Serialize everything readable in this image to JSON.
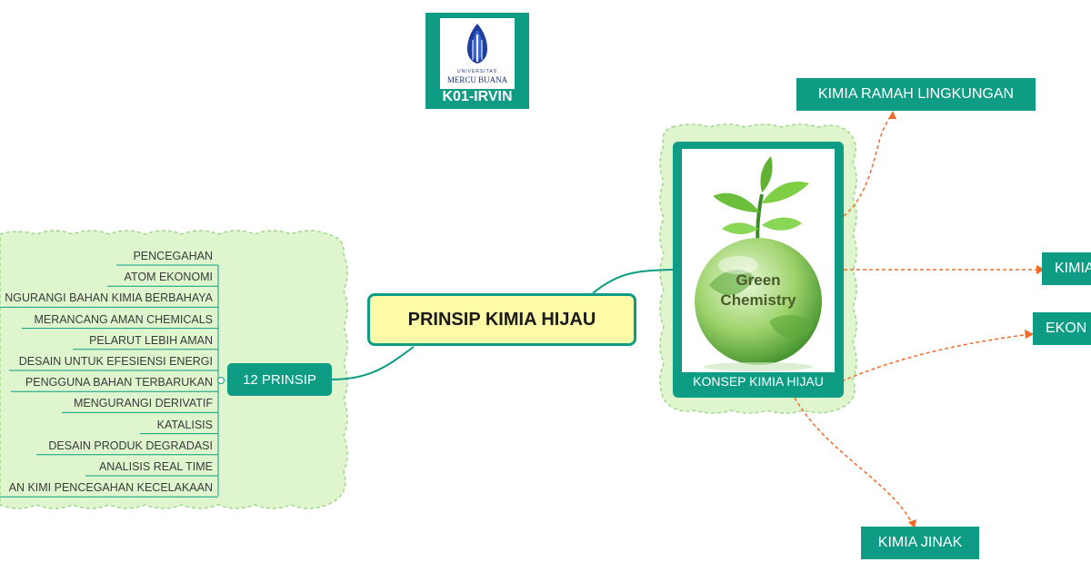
{
  "logo": {
    "university_small": "UNIVERSITAS",
    "university_name": "MERCU BUANA",
    "caption": "K01-IRVIN"
  },
  "central_topic": "PRINSIP KIMIA HIJAU",
  "left_branch": {
    "label": "12 PRINSIP",
    "items": [
      "PENCEGAHAN",
      "ATOM EKONOMI",
      "NGURANGI BAHAN KIMIA BERBAHAYA",
      "MERANCANG AMAN CHEMICALS",
      "PELARUT LEBIH AMAN",
      "DESAIN UNTUK EFESIENSI ENERGI",
      "PENGGUNA BAHAN TERBARUKAN",
      "MENGURANGI DERIVATIF",
      "KATALISIS",
      "DESAIN PRODUK DEGRADASI",
      "ANALISIS REAL TIME",
      "AN KIMI PENCEGAHAN KECELAKAAN"
    ]
  },
  "right_branch": {
    "label": "KONSEP KIMIA HIJAU",
    "image_text_line1": "Green",
    "image_text_line2": "Chemistry",
    "children": [
      "KIMIA RAMAH LINGKUNGAN",
      "KIMIA",
      "EKON",
      "KIMIA JINAK"
    ]
  },
  "colors": {
    "teal": "#0e9c85",
    "central_fill": "#fdfaa8",
    "cloud_fill": "#dff5cd",
    "cloud_border": "#9fd88a",
    "dashed_link": "#f06a2a"
  }
}
